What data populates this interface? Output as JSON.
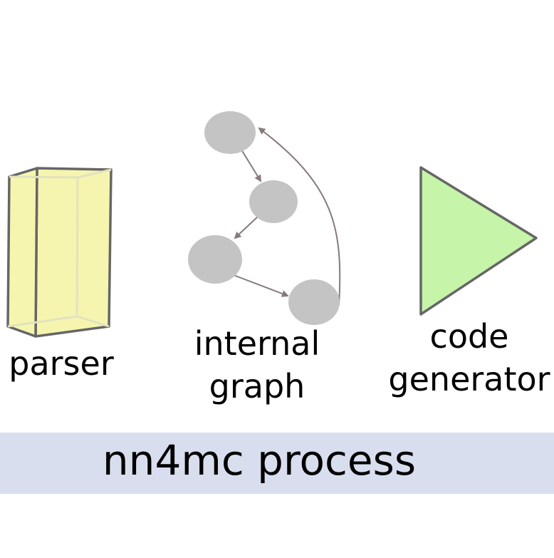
{
  "components": {
    "parser": {
      "label": "parser",
      "fill_color": "#f5f5b0",
      "stroke_color": "#666666"
    },
    "internal_graph": {
      "label_line1": "internal",
      "label_line2": "graph",
      "node_color": "#c4c4c4",
      "edge_color": "#867a7a"
    },
    "code_generator": {
      "label_line1": "code",
      "label_line2": "generator",
      "fill_color": "#c6f4a8",
      "stroke_color": "#666666"
    }
  },
  "banner": {
    "title": "nn4mc process",
    "background_color": "#d9deef"
  }
}
